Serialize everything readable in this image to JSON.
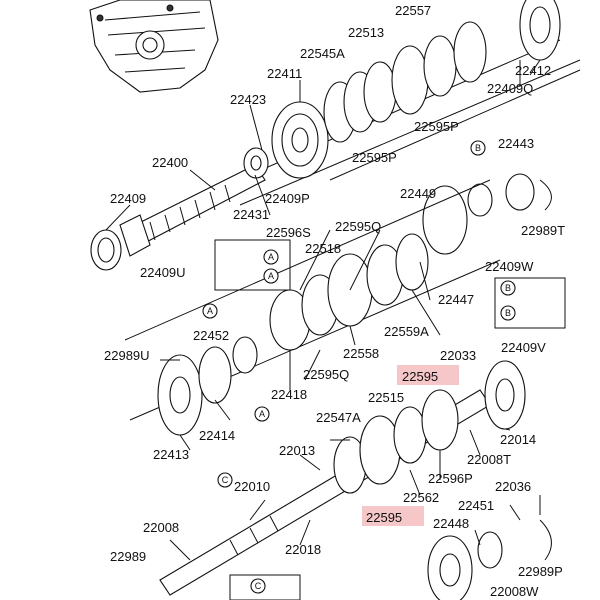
{
  "highlight_color": "#f6c7c9",
  "labels": {
    "l22557": "22557",
    "l22513": "22513",
    "l22545A": "22545A",
    "l22411": "22411",
    "l22412": "22412",
    "l22409Q": "22409Q",
    "l22423": "22423",
    "l22595P_top": "22595P",
    "l22595P_mid": "22595P",
    "l22400": "22400",
    "l22409P": "22409P",
    "l22443": "22443",
    "l22409": "22409",
    "l22431": "22431",
    "l22449": "22449",
    "l22989T": "22989T",
    "l22596S": "22596S",
    "l22595Q_top": "22595Q",
    "l22518": "22518",
    "l22409U": "22409U",
    "l22409W": "22409W",
    "l22447": "22447",
    "l22559A": "22559A",
    "l22452": "22452",
    "l22989U": "22989U",
    "l22558": "22558",
    "l22409V": "22409V",
    "l22033": "22033",
    "l22595_hl1": "22595",
    "l22595Q_low": "22595Q",
    "l22418": "22418",
    "l22515": "22515",
    "l22547A": "22547A",
    "l22414": "22414",
    "l22014": "22014",
    "l22013": "22013",
    "l22413": "22413",
    "l22008T": "22008T",
    "l22596P": "22596P",
    "l22010": "22010",
    "l22036": "22036",
    "l22562": "22562",
    "l22451": "22451",
    "l22595_hl2": "22595",
    "l22008": "22008",
    "l22448": "22448",
    "l22018": "22018",
    "l22989": "22989",
    "l22989P": "22989P",
    "l22008W": "22008W"
  },
  "callouts": {
    "a1": "A",
    "a2": "A",
    "a3": "A",
    "a4": "A",
    "b1": "B",
    "b2": "B",
    "b3": "B",
    "c1": "C",
    "c2": "C"
  }
}
